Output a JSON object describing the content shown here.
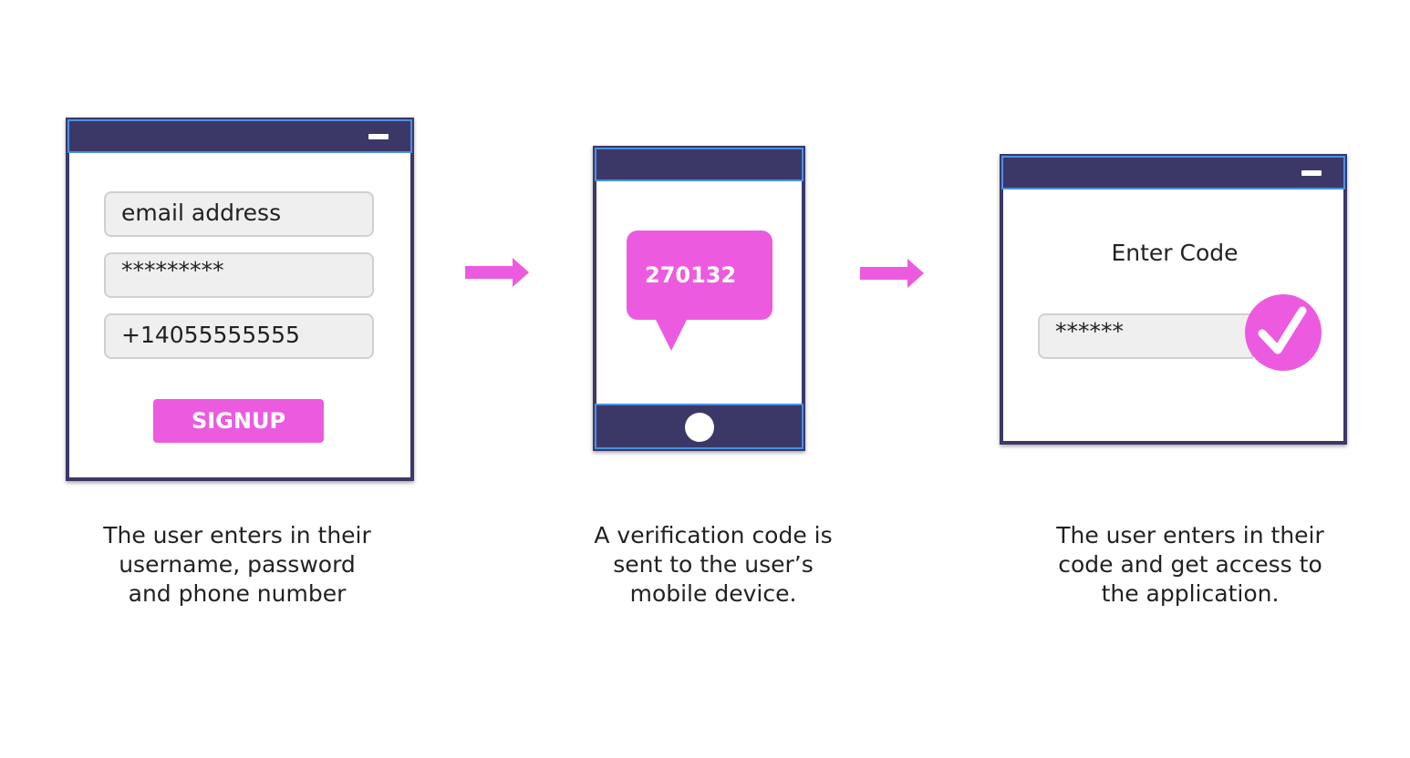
{
  "step1": {
    "email_field": "email address",
    "password_field": "*********",
    "phone_field": "+14055555555",
    "signup_button": "SIGNUP",
    "caption_lines": [
      "The user enters in their",
      "username, password",
      "and phone number"
    ]
  },
  "step2": {
    "code": "270132",
    "caption_lines": [
      "A verification code is",
      "sent to the user’s",
      "mobile device."
    ]
  },
  "step3": {
    "heading": "Enter Code",
    "code_field": "******",
    "caption_lines": [
      "The user enters in their",
      "code and get access to",
      "the application."
    ]
  },
  "colors": {
    "frame": "#3b3868",
    "accent": "#ec5bdf",
    "titlebar_outline": "#4a90e2"
  },
  "icons": [
    "minimize-icon",
    "arrow-right-icon",
    "checkmark-icon",
    "home-button-icon",
    "speech-bubble-icon"
  ]
}
